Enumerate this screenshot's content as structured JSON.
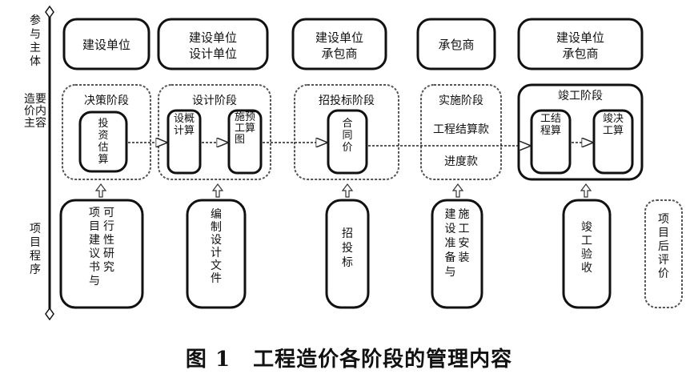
{
  "rows": {
    "participants": "参与主体",
    "cost_control": "造价主要内容",
    "procedure": "项目程序"
  },
  "participants": [
    "建设单位",
    "建设单位\n设计单位",
    "建设单位\n承包商",
    "承包商",
    "建设单位\n承包商"
  ],
  "stages": [
    {
      "title": "决策阶段",
      "items": [
        "投资估算"
      ]
    },
    {
      "title": "设计阶段",
      "items": [
        "设计概算",
        "施工图预算"
      ]
    },
    {
      "title": "招投标阶段",
      "items": [
        "合同价"
      ]
    },
    {
      "title": "实施阶段",
      "items": [
        "工程结算款",
        "进度款"
      ]
    },
    {
      "title": "竣工阶段",
      "items": [
        "工程结算",
        "竣工决算"
      ]
    }
  ],
  "procedures": [
    "项目建议书与可行性研究",
    "编制设计文件",
    "招投标",
    "建设准备与施工安装",
    "竣工验收",
    "项目后评价"
  ],
  "caption": {
    "number": "图 1",
    "title": "工程造价各阶段的管理内容"
  }
}
